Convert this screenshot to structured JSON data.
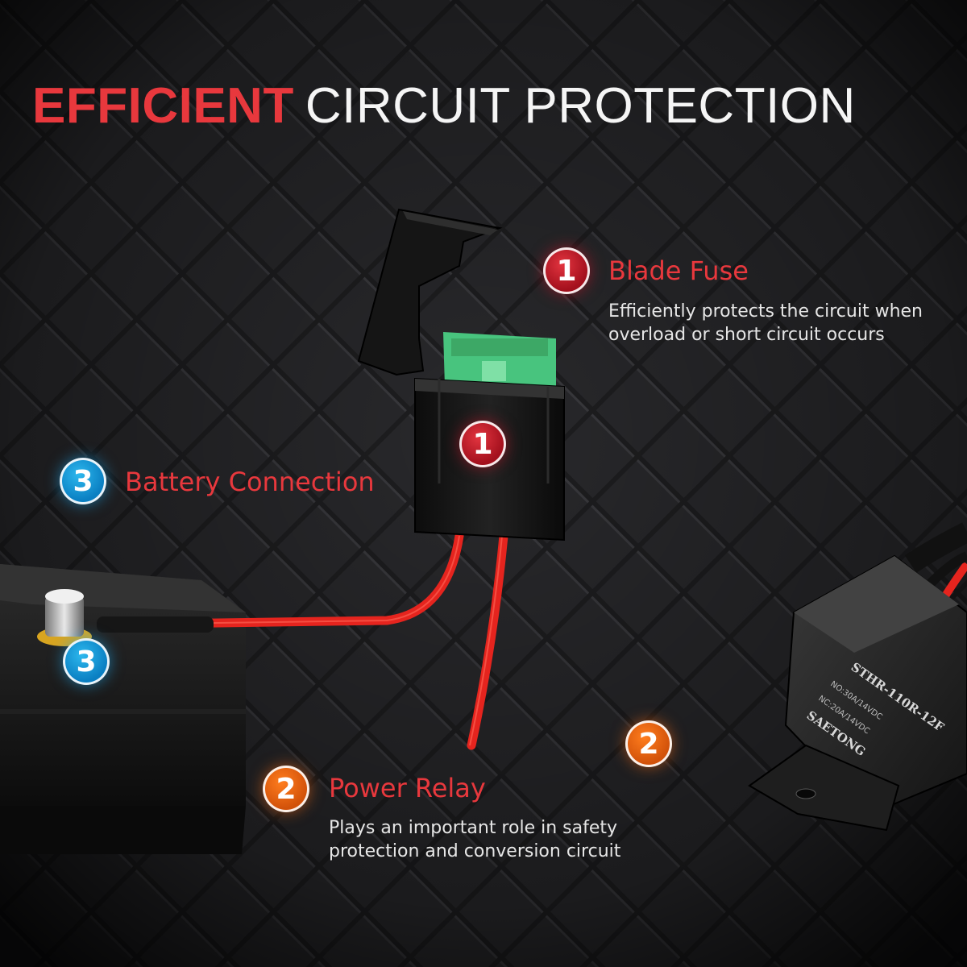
{
  "headline": {
    "accent": "EFFICIENT",
    "rest": "CIRCUIT PROTECTION"
  },
  "features": [
    {
      "number": "1",
      "title": "Blade Fuse",
      "description": [
        "Efficiently protects the circuit when",
        "overload or short circuit occurs"
      ]
    },
    {
      "number": "2",
      "title": "Power Relay",
      "description": [
        "Plays an important role in safety",
        "protection and conversion circuit"
      ]
    },
    {
      "number": "3",
      "title": "Battery Connection"
    }
  ],
  "relay_markings": {
    "model": "STHR-110R-12F",
    "brand": "SAETONG",
    "rating_1": "NO:30A/14VDC",
    "rating_2": "NC:20A/14VDC"
  },
  "colors": {
    "accent_red": "#e8383d",
    "badge_red": "#c41e30",
    "badge_orange": "#f06a14",
    "badge_blue": "#1a9ee0",
    "wire_red": "#e5241e",
    "fuse_green": "#48c47e"
  }
}
